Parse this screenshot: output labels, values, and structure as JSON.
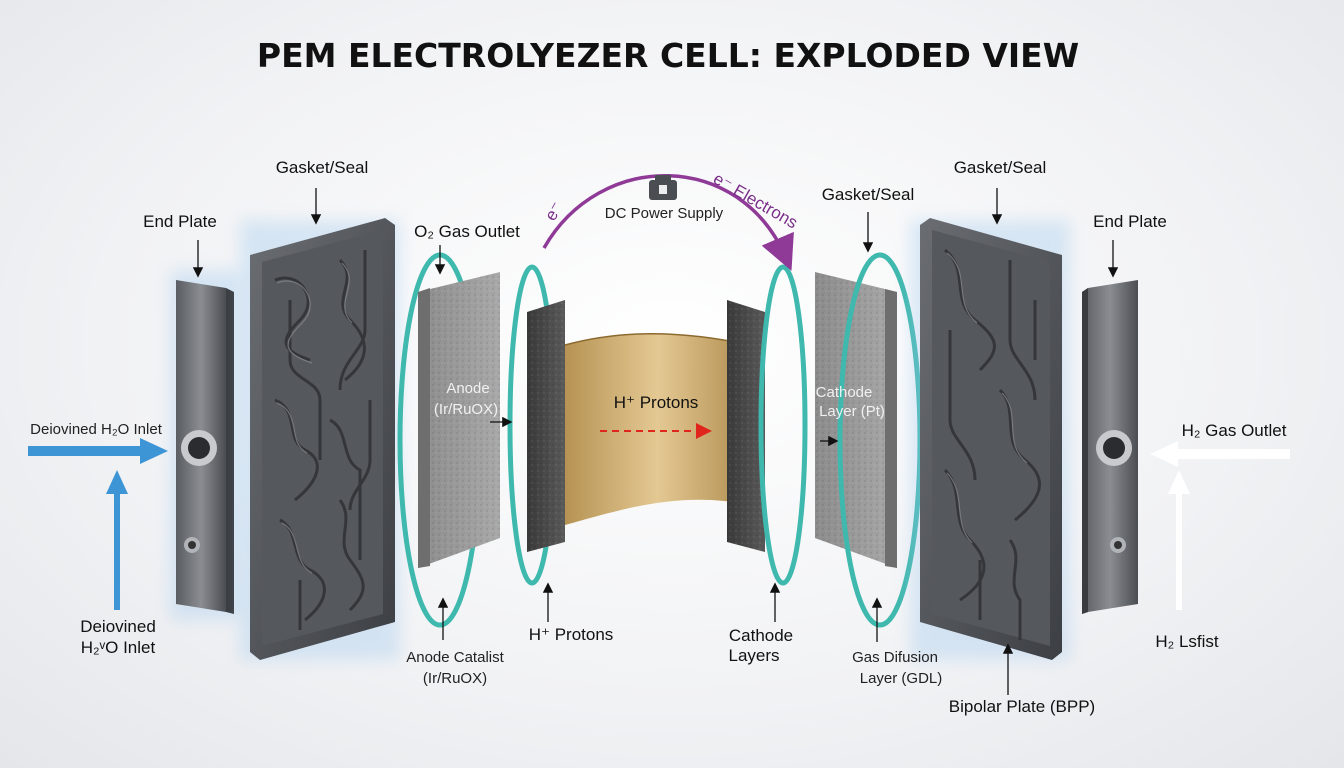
{
  "title": "PEM ELECTROLYEZER CELL: EXPLODED VIEW",
  "labels": {
    "end_plate_left": "End Plate",
    "gasket_left": "Gasket/Seal",
    "o2_outlet": "O₂ Gas Outlet",
    "anode_line1": "Anode",
    "anode_line2": "(Ir/RuOX)",
    "anode_catalyst_line1": "Anode Catalist",
    "anode_catalyst_line2": "(Ir/RuOX)",
    "h_protons_center": "H⁺ Protons",
    "h_protons_bottom": "H⁺ Protons",
    "dc_power": "DC Power Supply",
    "e_left": "e⁻",
    "e_right": "e⁻ Electrons",
    "cathode_line1": "Cathode",
    "cathode_line2": "Layer (Pt)",
    "cathode_layers_line1": "Cathode",
    "cathode_layers_line2": "Layers",
    "gasket_right_outer": "Gasket/Seal",
    "gasket_right_inner": "Gasket/Seal",
    "end_plate_right": "End Plate",
    "gdl_line1": "Gas Difusion",
    "gdl_line2": "Layer (GDL)",
    "bipolar_plate": "Bipolar Plate (BPP)",
    "h2o_inlet_side": "Deiovined H₂O Inlet",
    "h2o_inlet_bottom_line1": "Deiovined",
    "h2o_inlet_bottom_line2": "H₂ᵛO Inlet",
    "h2_outlet": "H₂ Gas Outlet",
    "h2_bottom": "H₂ Lsfist"
  },
  "colors": {
    "water_arrow": "#3e95d6",
    "electron_arrow": "#8e3a96",
    "gasket_ring": "#3fb8ad",
    "proton_arrow": "#e0261c",
    "membrane": "#c9a25f"
  }
}
